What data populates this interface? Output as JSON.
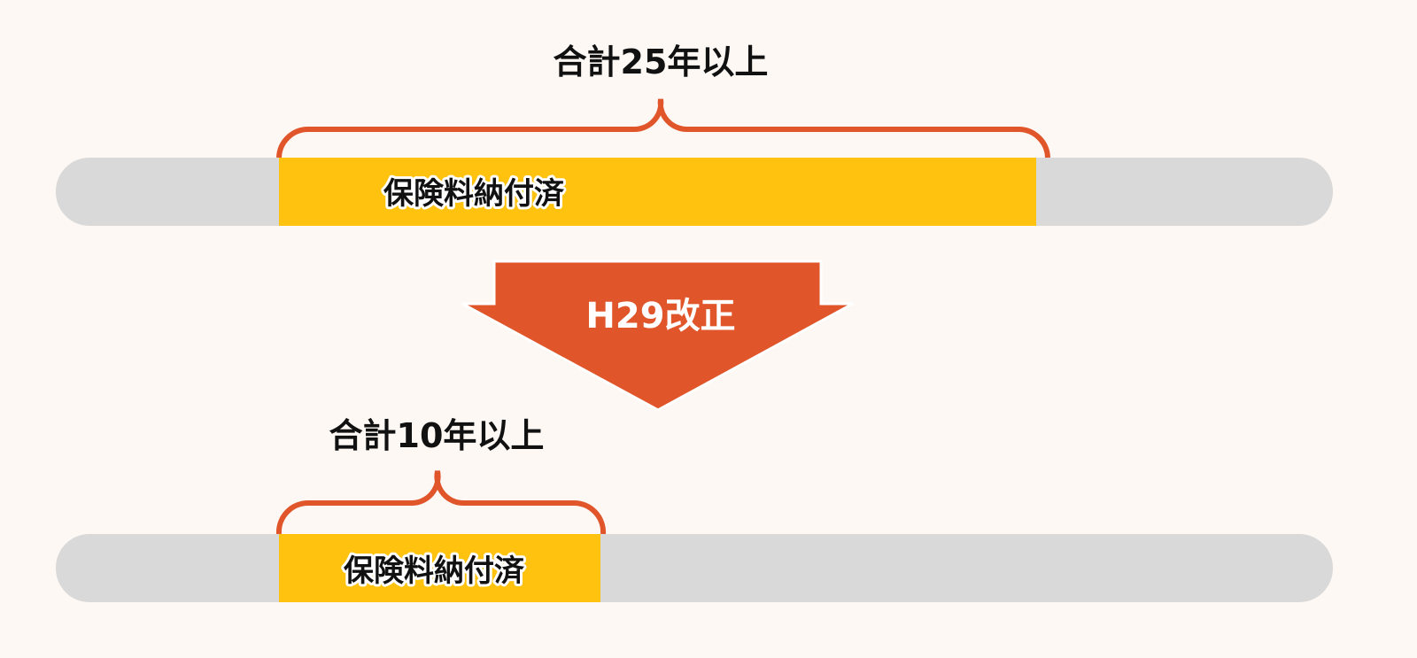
{
  "colors": {
    "background": "#fdf8f4",
    "track": "#d9d9d9",
    "paid": "#ffc20e",
    "accent": "#e0552a"
  },
  "before": {
    "total_label": "合計25年以上",
    "bar_label": "保険料納付済"
  },
  "arrow": {
    "label": "H29改正"
  },
  "after": {
    "total_label": "合計10年以上",
    "bar_label": "保険料納付済"
  }
}
